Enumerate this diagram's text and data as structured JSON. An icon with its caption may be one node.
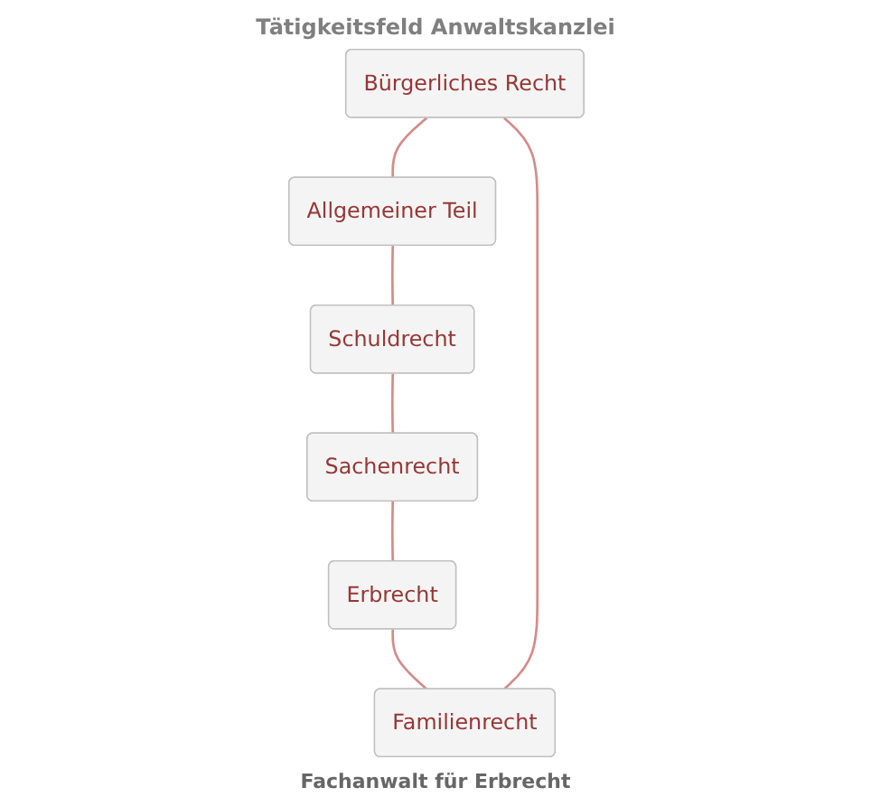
{
  "diagram": {
    "title": "Tätigkeitsfeld Anwaltskanzlei",
    "nodes": [
      {
        "text": [
          "Bürgerliches Recht"
        ]
      },
      {
        "text": [
          "Familienrecht"
        ]
      },
      {
        "text": [
          "Allgemeiner Teil"
        ]
      },
      {
        "text": [
          "Erbrecht"
        ]
      },
      {
        "text": [
          "Schuldrecht"
        ]
      },
      {
        "text": [
          "Sachenrecht"
        ]
      }
    ],
    "edges": [
      {
        "from": 0,
        "to": 2,
        "arrow": "none"
      },
      {
        "from": 2,
        "to": 4,
        "arrow": "none"
      },
      {
        "from": 4,
        "to": 5,
        "arrow": "none"
      },
      {
        "from": 5,
        "to": 3,
        "arrow": "none"
      },
      {
        "from": 3,
        "to": 1,
        "arrow": "none"
      },
      {
        "from": 1,
        "to": 0,
        "arrow": "none"
      }
    ],
    "labels": [
      "Fachanwalt für Erbrecht"
    ]
  }
}
